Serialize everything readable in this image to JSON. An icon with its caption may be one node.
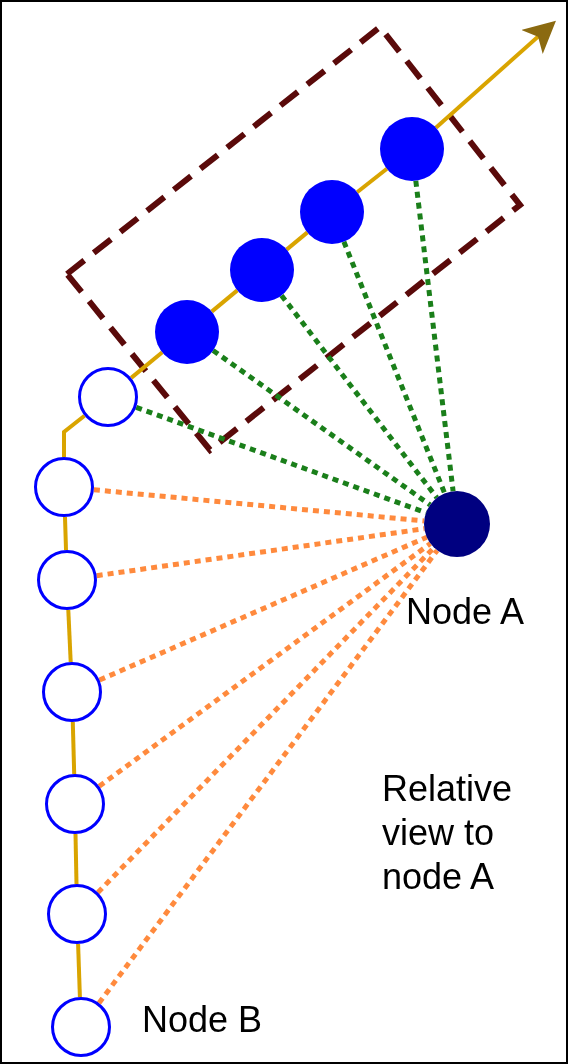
{
  "diagram": {
    "nodes": [
      {
        "text": [],
        "shape": "circle"
      },
      {
        "text": [],
        "shape": "circle"
      },
      {
        "text": [],
        "shape": "circle"
      },
      {
        "text": [],
        "shape": "circle"
      },
      {
        "text": [],
        "shape": "circle"
      },
      {
        "text": [],
        "shape": "circle"
      },
      {
        "text": [],
        "shape": "circle",
        "beside": [
          "Node A"
        ]
      },
      {
        "text": [],
        "shape": "circle"
      },
      {
        "text": [],
        "shape": "circle"
      },
      {
        "text": [],
        "shape": "circle"
      },
      {
        "text": [],
        "shape": "circle"
      },
      {
        "text": [],
        "shape": "circle",
        "beside": [
          "Node B"
        ]
      }
    ],
    "edges": [
      {
        "from": 11,
        "to": 10,
        "arrow": "none",
        "color": "#d9a400"
      },
      {
        "from": 10,
        "to": 9,
        "arrow": "none",
        "color": "#d9a400"
      },
      {
        "from": 9,
        "to": 8,
        "arrow": "none",
        "color": "#d9a400"
      },
      {
        "from": 8,
        "to": 7,
        "arrow": "none",
        "color": "#d9a400"
      },
      {
        "from": 7,
        "to": 5,
        "arrow": "none",
        "color": "#d9a400"
      },
      {
        "from": 5,
        "to": 4,
        "arrow": "none",
        "color": "#d9a400"
      },
      {
        "from": 4,
        "to": 3,
        "arrow": "none",
        "color": "#d9a400"
      },
      {
        "from": 3,
        "to": 2,
        "arrow": "none",
        "color": "#d9a400"
      },
      {
        "from": 2,
        "to": 1,
        "arrow": "none",
        "color": "#d9a400"
      },
      {
        "from": 1,
        "to": 0,
        "arrow": "none",
        "color": "#d9a400"
      },
      {
        "from": 0,
        "to": null,
        "arrow": "to",
        "color": "#d9a400"
      },
      {
        "from": 0,
        "to": 6,
        "arrow": "none",
        "style": "dashed",
        "color": "#1a7f1a"
      },
      {
        "from": 1,
        "to": 6,
        "arrow": "none",
        "style": "dashed",
        "color": "#1a7f1a"
      },
      {
        "from": 2,
        "to": 6,
        "arrow": "none",
        "style": "dashed",
        "color": "#1a7f1a"
      },
      {
        "from": 3,
        "to": 6,
        "arrow": "none",
        "style": "dashed",
        "color": "#1a7f1a"
      },
      {
        "from": 4,
        "to": 6,
        "arrow": "none",
        "style": "dashed",
        "color": "#1a7f1a"
      },
      {
        "from": 5,
        "to": 6,
        "arrow": "none",
        "style": "dashed",
        "color": "#ff8a3d"
      },
      {
        "from": 7,
        "to": 6,
        "arrow": "none",
        "style": "dashed",
        "color": "#ff8a3d"
      },
      {
        "from": 8,
        "to": 6,
        "arrow": "none",
        "style": "dashed",
        "color": "#ff8a3d"
      },
      {
        "from": 9,
        "to": 6,
        "arrow": "none",
        "style": "dashed",
        "color": "#ff8a3d"
      },
      {
        "from": 10,
        "to": 6,
        "arrow": "none",
        "style": "dashed",
        "color": "#ff8a3d"
      },
      {
        "from": 11,
        "to": 6,
        "arrow": "none",
        "style": "dashed",
        "color": "#ff8a3d"
      }
    ],
    "labels": [
      "Relative view to node A"
    ]
  }
}
